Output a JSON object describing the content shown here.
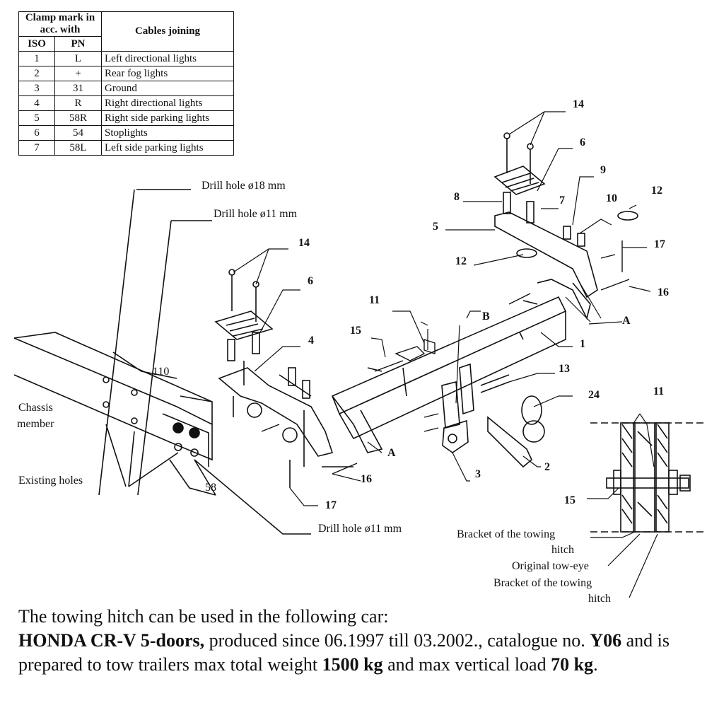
{
  "table": {
    "header_clamp": "Clamp mark in acc. with",
    "header_cables": "Cables joining",
    "header_iso": "ISO",
    "header_pn": "PN",
    "rows": [
      {
        "iso": "1",
        "pn": "L",
        "desc": "Left directional lights"
      },
      {
        "iso": "2",
        "pn": "+",
        "desc": "Rear fog lights"
      },
      {
        "iso": "3",
        "pn": "31",
        "desc": "Ground"
      },
      {
        "iso": "4",
        "pn": "R",
        "desc": "Right directional lights"
      },
      {
        "iso": "5",
        "pn": "58R",
        "desc": "Right side parking lights"
      },
      {
        "iso": "6",
        "pn": "54",
        "desc": "Stoplights"
      },
      {
        "iso": "7",
        "pn": "58L",
        "desc": "Left side parking lights"
      }
    ]
  },
  "labels": {
    "drill18": "Drill hole ø18 mm",
    "drill11_top": "Drill hole ø11 mm",
    "drill11_bottom": "Drill hole ø11 mm",
    "chassis_1": "Chassis",
    "chassis_2": "member",
    "existing_holes": "Existing holes",
    "dim_110": "110",
    "dim_58": "58",
    "bracket1_1": "Bracket of the towing",
    "bracket1_2": "hitch",
    "tow_eye": "Original tow-eye",
    "bracket2_1": "Bracket of the towing",
    "bracket2_2": "hitch",
    "A": "A",
    "B": "B",
    "parts": [
      "14",
      "6",
      "8",
      "7",
      "9",
      "10",
      "12",
      "5",
      "17",
      "12",
      "16",
      "14",
      "6",
      "11",
      "4",
      "15",
      "1",
      "13",
      "24",
      "11",
      "16",
      "3",
      "2",
      "15",
      "17",
      "A"
    ]
  },
  "caption": {
    "line1": "The towing hitch can be used in the following car:",
    "model": "HONDA CR-V 5-doors,",
    "text2": " produced since 06.1997 till 03.2002., catalogue no. ",
    "catalogue": "Y06",
    "text3": " and is prepared to tow trailers max total weight ",
    "weight": "1500 kg",
    "text4": " and max vertical load ",
    "vload": "70 kg",
    "text5": "."
  }
}
